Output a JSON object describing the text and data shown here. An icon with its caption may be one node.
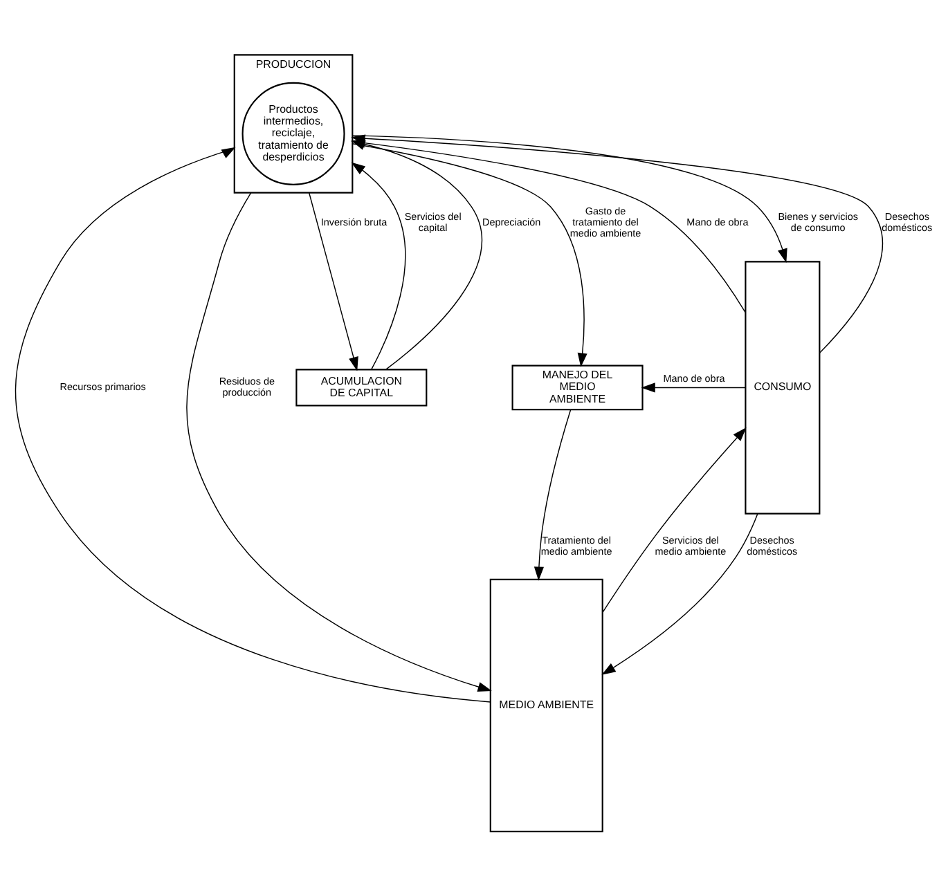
{
  "diagram": {
    "nodes": [
      {
        "text": [
          "MEDIO AMBIENTE"
        ]
      },
      {
        "text": [
          "PRODUCCION"
        ]
      },
      {
        "text": [
          "Productos intermedios, reciclaje, tratamiento de desperdicios"
        ],
        "in": 1
      },
      {
        "text": [
          "CONSUMO"
        ]
      },
      {
        "text": [
          "ACUMULACION DE CAPITAL"
        ]
      },
      {
        "text": [
          "MANEJO DEL MEDIO AMBIENTE"
        ]
      }
    ],
    "edges": [
      {
        "from": 0,
        "to": 1,
        "arrow": "to",
        "label": "Recursos primarios"
      },
      {
        "from": 3,
        "to": 1,
        "arrow": "to",
        "label": "Mano de obra"
      },
      {
        "from": 1,
        "to": 3,
        "arrow": "to",
        "label": "Bienes y servicios de consumo"
      },
      {
        "from": 1,
        "to": 0,
        "arrow": "to",
        "label": "Residuos de producción"
      },
      {
        "from": 3,
        "to": 1,
        "arrow": "to",
        "label": "Desechos domésticos"
      },
      {
        "from": 1,
        "to": 4,
        "arrow": "to",
        "label": "Inversión bruta"
      },
      {
        "from": 4,
        "to": 1,
        "arrow": "to",
        "label": "Servicios del capital"
      },
      {
        "from": 4,
        "to": 1,
        "arrow": "to",
        "label": "Depreciación"
      },
      {
        "from": 1,
        "to": 5,
        "arrow": "to",
        "label": "Gasto de tratamiento del medio ambiente"
      },
      {
        "from": 5,
        "to": 0,
        "arrow": "to",
        "label": "Tratamiento del medio ambiente"
      },
      {
        "from": 3,
        "to": 5,
        "arrow": "to",
        "label": "Mano de obra"
      },
      {
        "from": 3,
        "to": 0,
        "arrow": "to",
        "label": "Desechos domésticos"
      },
      {
        "from": 0,
        "to": 3,
        "arrow": "to",
        "label": "Servicios del medio ambiente"
      }
    ]
  }
}
